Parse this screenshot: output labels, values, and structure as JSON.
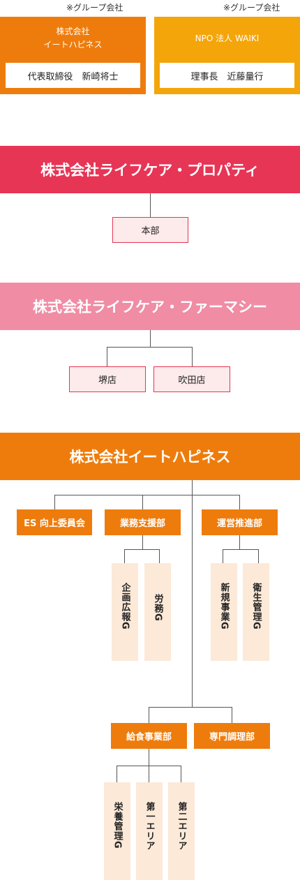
{
  "group_companies": [
    {
      "note": "※グループ会社",
      "title_line1": "株式会社",
      "title_line2": "イートハピネス",
      "representative": "代表取締役　新崎将士",
      "color": "#ee7c0c"
    },
    {
      "note": "※グループ会社",
      "title_line1": "NPO 法人 WAIKI",
      "title_line2": "",
      "representative": "理事長　近藤量行",
      "color": "#f4a50a"
    }
  ],
  "property": {
    "name": "株式会社ライフケア・プロパティ",
    "color": "#e73556",
    "departments": [
      "本部"
    ]
  },
  "pharmacy": {
    "name": "株式会社ライフケア・ファーマシー",
    "color": "#f08ca4",
    "stores": [
      "堺店",
      "吹田店"
    ]
  },
  "eat_happiness": {
    "name": "株式会社イートハピネス",
    "color": "#ee7c0c",
    "es_committee": "ES 向上委員会",
    "business_support": {
      "label": "業務支援部",
      "groups": [
        "企画広報G",
        "労務G"
      ]
    },
    "operations": {
      "label": "運営推進部",
      "groups": [
        "新規事業G",
        "衛生管理G"
      ]
    },
    "catering": {
      "label": "給食事業部",
      "groups": [
        "栄養管理G",
        "第一エリア",
        "第二エリア"
      ]
    },
    "specialized_cooking": "専門調理部"
  }
}
